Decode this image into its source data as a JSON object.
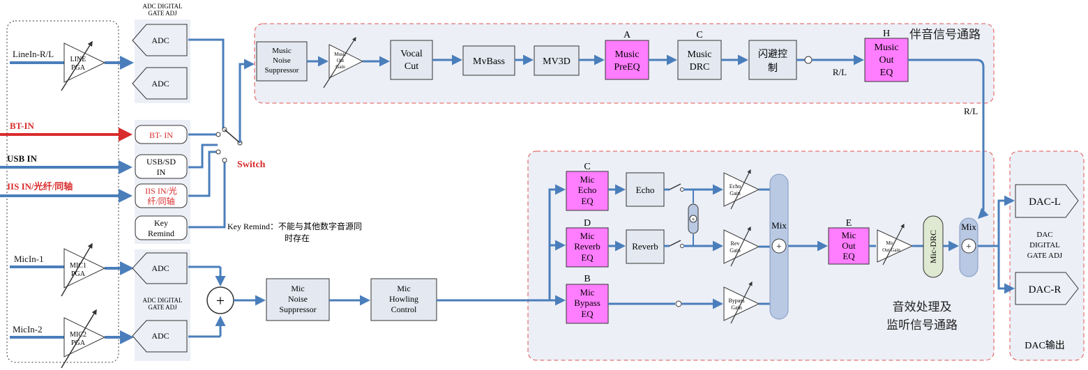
{
  "colors": {
    "line": "#4a7ebb",
    "box_fill": "#e3e8f1",
    "pink": "#ff7dff",
    "red": "#d92b2b",
    "panel": "#eceff6",
    "dash_red": "#e05050",
    "mix_fill": "#b9c9e3",
    "drc_fill": "#dfe8d0"
  },
  "inputs": {
    "linein": "LineIn-R/L",
    "bt": "BT-IN",
    "usb": "USB IN",
    "iis": "IIS IN/光纤/同轴",
    "mic1": "MicIn-1",
    "mic2": "MicIn-2"
  },
  "pga": {
    "line": [
      "LINE",
      "PGA"
    ],
    "mic1": [
      "MIC1",
      "PGA"
    ],
    "mic2": [
      "MIC2",
      "PGA"
    ]
  },
  "adc": {
    "label": "ADC",
    "gate_top": [
      "ADC DIGITAL",
      "GATE ADJ"
    ],
    "gate_mid": [
      "ADC DIGITAL",
      "GATE ADJ"
    ]
  },
  "sources": {
    "bt": "BT- IN",
    "usb": [
      "USB/SD",
      "IN"
    ],
    "iis": [
      "IIS IN/光",
      "纤/同轴"
    ],
    "key": [
      "Key",
      "Remind"
    ]
  },
  "switch_label": "Switch",
  "key_note": [
    "Key Remind：不能与其他数字音源同",
    "时存在"
  ],
  "music_chain": {
    "noise": [
      "Music",
      "Noise",
      "Suppressor"
    ],
    "gain": [
      "Music",
      "Out",
      "Gain"
    ],
    "vocal": [
      "Vocal",
      "Cut"
    ],
    "mvbass": "MvBass",
    "mv3d": "MV3D",
    "preeq": [
      "Music",
      "PreEQ"
    ],
    "preeq_tag": "A",
    "drc": [
      "Music",
      "DRC"
    ],
    "drc_tag": "C",
    "dodge": [
      "闪避控",
      "制"
    ],
    "rl": "R/L",
    "outeq": [
      "Music",
      "Out",
      "EQ"
    ],
    "outeq_tag": "H",
    "title": "伴音信号通路",
    "rl_down": "R/L"
  },
  "mic_chain": {
    "mix_add": "+",
    "noise": [
      "Mic",
      "Noise",
      "Suppressor"
    ],
    "howling": [
      "Mic",
      "Howling",
      "Control"
    ],
    "echo_eq": [
      "Mic",
      "Echo",
      "EQ"
    ],
    "echo_tag": "C",
    "reverb_eq": [
      "Mic",
      "Reverb",
      "EQ"
    ],
    "reverb_tag": "D",
    "bypass_eq": [
      "Mic",
      "Bypass",
      "EQ"
    ],
    "bypass_tag": "B",
    "echo": "Echo",
    "reverb": "Reverb",
    "echo_gain": [
      "Echo",
      "Gain"
    ],
    "rev_gain": [
      "Rev",
      "Gain"
    ],
    "bypass_gain": [
      "Bypass",
      "Gain"
    ],
    "mix": "Mix",
    "mic_out_eq": [
      "Mic",
      "Out",
      "EQ"
    ],
    "mic_out_tag": "E",
    "mic_out_gain": [
      "Mic",
      "Out Gain"
    ],
    "mic_drc": "Mic-DRC",
    "mix2": "Mix",
    "title": [
      "音效处理及",
      "监听信号通路"
    ]
  },
  "dac": {
    "left": "DAC-L",
    "right": "DAC-R",
    "adj": [
      "DAC",
      "DIGITAL",
      "GATE ADJ"
    ],
    "title": "DAC输出"
  }
}
